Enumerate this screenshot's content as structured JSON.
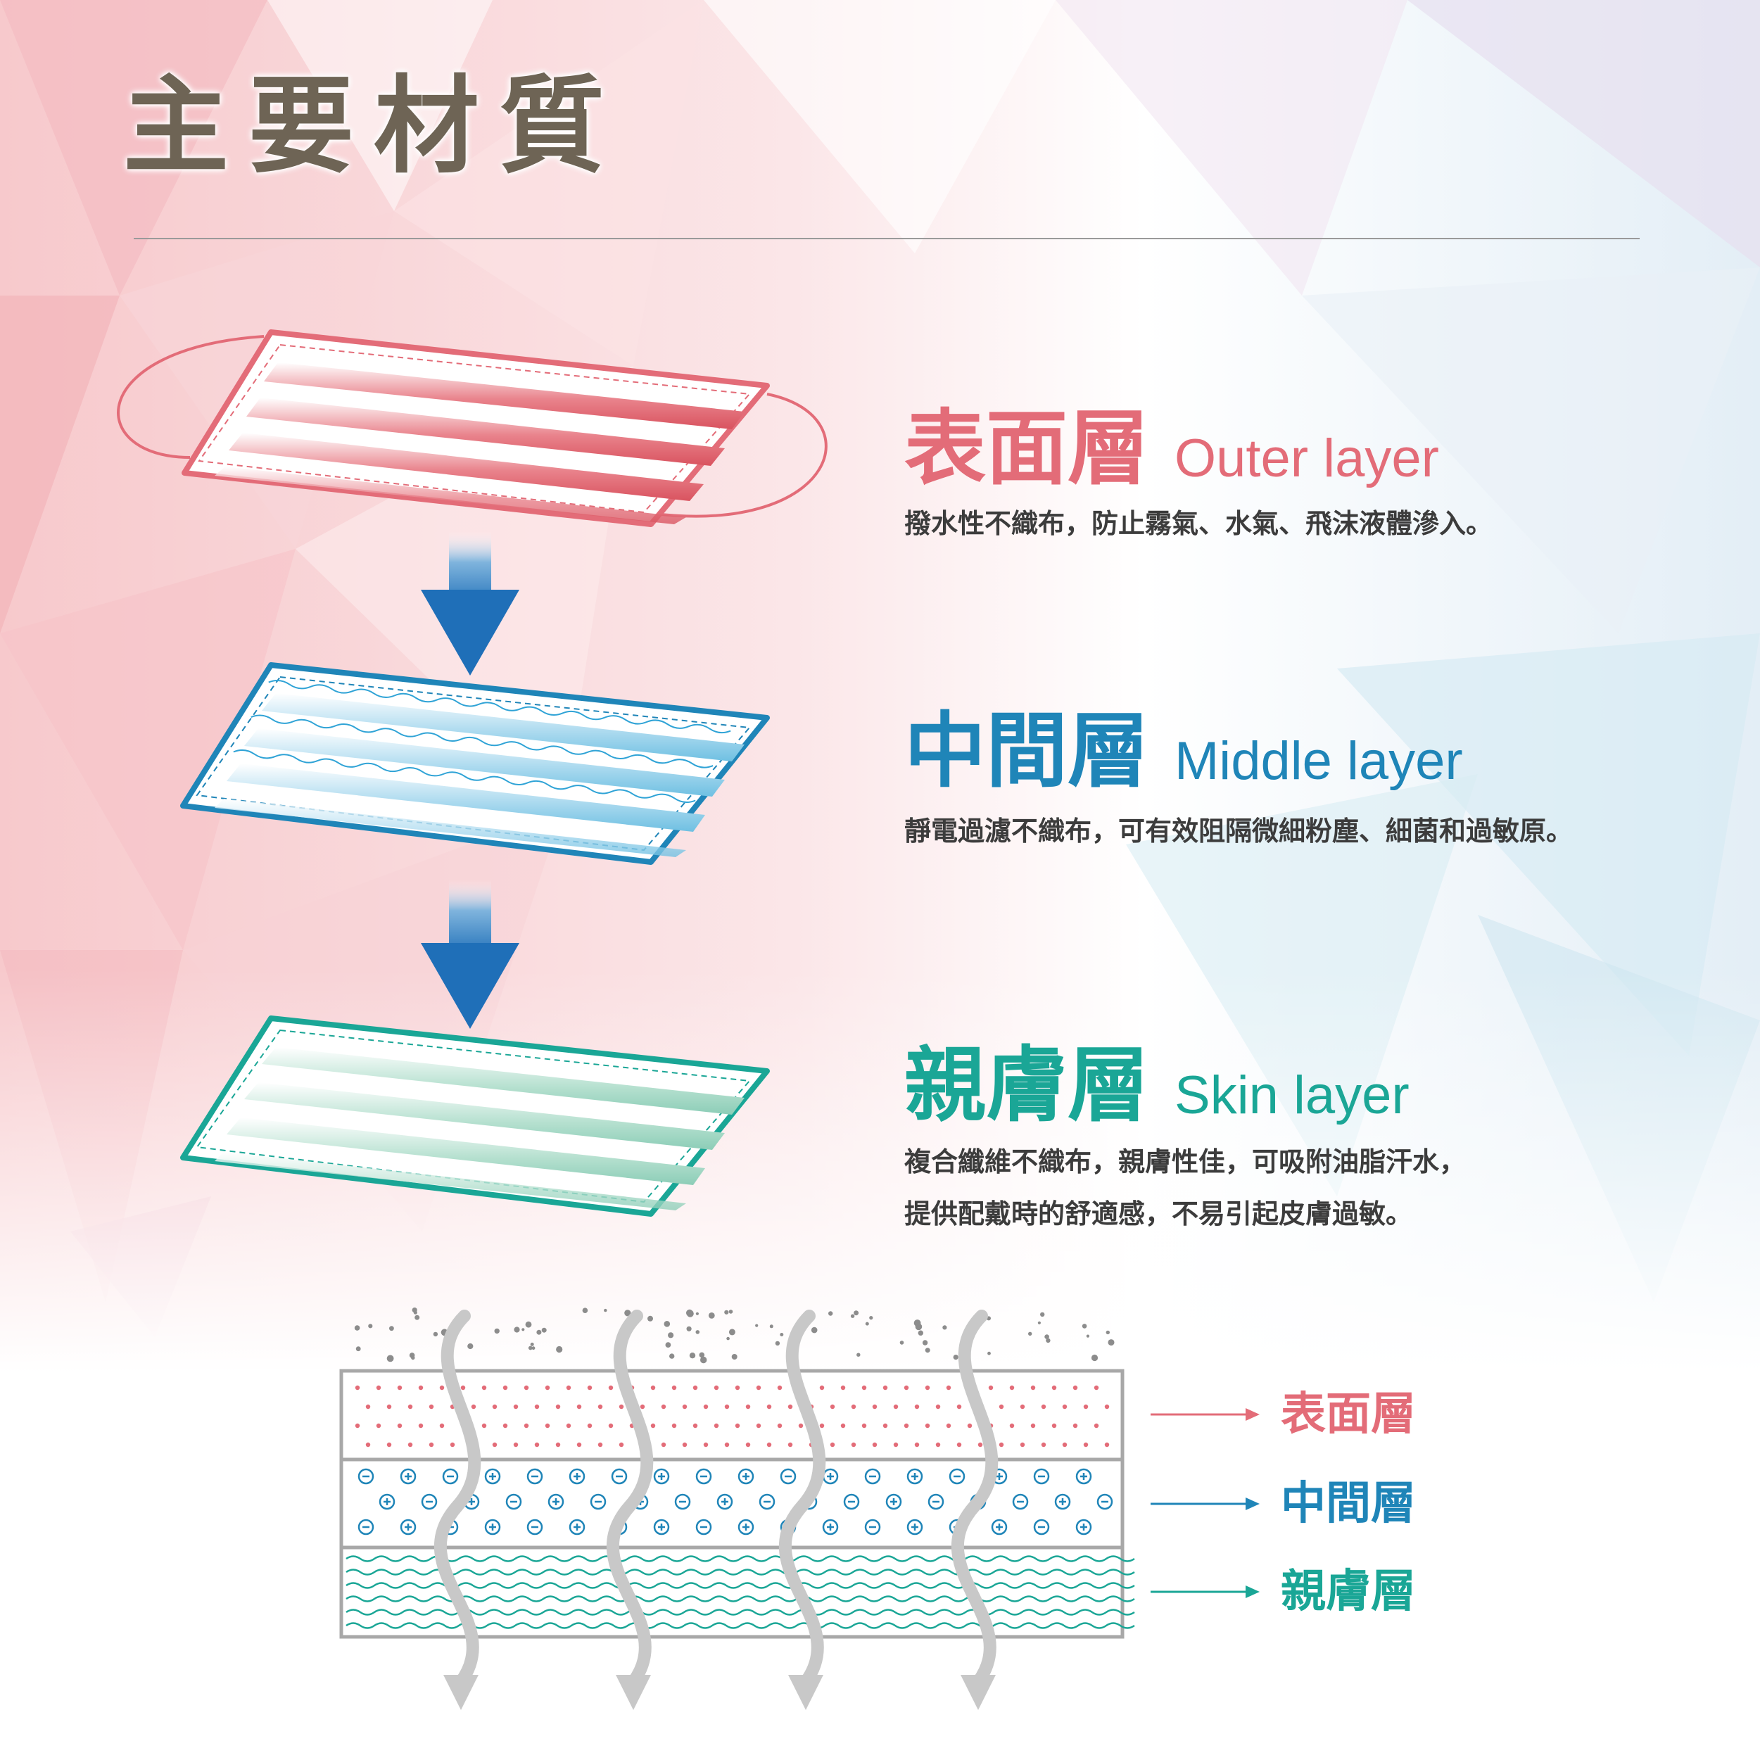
{
  "page": {
    "title": "主要材質"
  },
  "layers": [
    {
      "id": "outer",
      "zh": "表面層",
      "en": "Outer layer",
      "desc": [
        "撥水性不織布，防止霧氣、水氣、飛沫液體滲入。"
      ]
    },
    {
      "id": "middle",
      "zh": "中間層",
      "en": "Middle layer",
      "desc": [
        "靜電過濾不織布，可有效阻隔微細粉塵、細菌和過敏原。"
      ]
    },
    {
      "id": "skin",
      "zh": "親膚層",
      "en": "Skin layer",
      "desc": [
        "複合纖維不織布，親膚性佳，可吸附油脂汗水，",
        "提供配戴時的舒適感，不易引起皮膚過敏。"
      ]
    }
  ],
  "legend": [
    "表面層",
    "中間層",
    "親膚層"
  ],
  "colors": {
    "outer": "#e36c78",
    "middle": "#1f85b8",
    "skin": "#1aa696",
    "title": "#6e6455",
    "arrow": "#1f6fb8",
    "diagram_gray": "#a8a8a8"
  }
}
